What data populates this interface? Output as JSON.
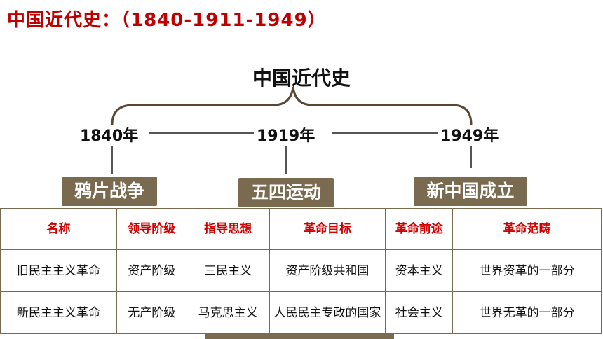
{
  "header": {
    "title": "中国近代史：（1840-1911-1949）"
  },
  "diagram": {
    "center_title": "中国近代史",
    "years": [
      "1840年",
      "1919年",
      "1949年"
    ],
    "events": [
      "鸦片战争",
      "五四运动",
      "新中国成立"
    ],
    "colors": {
      "title_red": "#c00000",
      "brown": "#7a6a4f"
    }
  },
  "table": {
    "headers": [
      "名称",
      "领导阶级",
      "指导思想",
      "革命目标",
      "革命前途",
      "革命范畴"
    ],
    "rows": [
      [
        "旧民主主义革命",
        "资产阶级",
        "三民主义",
        "资产阶级共和国",
        "资本主义",
        "世界资革的一部分"
      ],
      [
        "新民主主义革命",
        "无产阶级",
        "马克思主义",
        "人民民主专政的国家",
        "社会主义",
        "世界无革的一部分"
      ]
    ]
  }
}
